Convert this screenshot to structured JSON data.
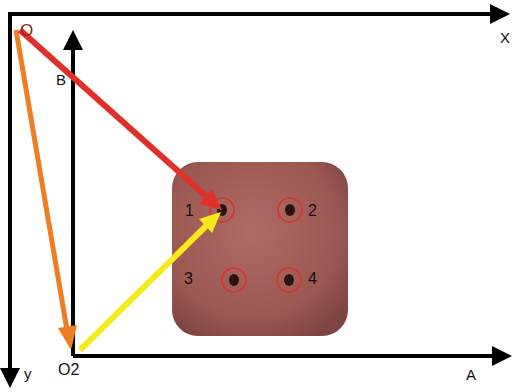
{
  "diagram": {
    "labels": [
      "O",
      "X",
      "B",
      "y",
      "O2",
      "A",
      "1",
      "2",
      "3",
      "4"
    ]
  }
}
